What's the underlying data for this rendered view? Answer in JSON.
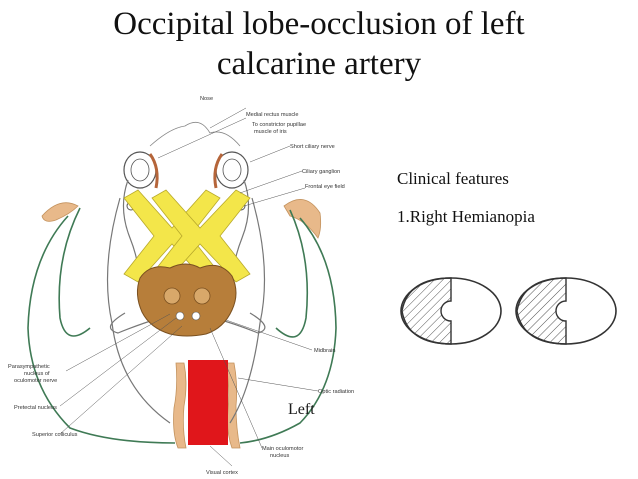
{
  "title": {
    "line1": "Occipital lobe-occlusion of left",
    "line2": "calcarine artery"
  },
  "clinical": {
    "heading": "Clinical features",
    "feature1": "1.Right Hemianopia"
  },
  "diagram": {
    "labels": {
      "nose": "Nose",
      "medial_rectus": "Medial rectus muscle",
      "constrictor1": "To constrictor pupillae",
      "constrictor2": "muscle of iris",
      "short_ciliary": "Short ciliary nerve",
      "ciliary_ganglion": "Ciliary ganglion",
      "frontal_eye": "Frontal eye field",
      "midbrain": "Midbrain",
      "optic_radiation": "Optic radiation",
      "parasym1": "Parasympathetic",
      "parasym2": "nucleus of",
      "parasym3": "oculomotor nerve",
      "pretectal": "Pretectal nucleus",
      "superior_colliculus": "Superior colliculus",
      "main_oculomotor1": "Main oculomotor",
      "main_oculomotor2": "nucleus",
      "visual_cortex": "Visual cortex",
      "left": "Left"
    },
    "colors": {
      "optic_chiasm": "#f3e64a",
      "midbrain": "#b77e3a",
      "occlusion": "#e0161b",
      "cortex": "#e8b98a",
      "pathway_green": "#3f7a55"
    }
  }
}
